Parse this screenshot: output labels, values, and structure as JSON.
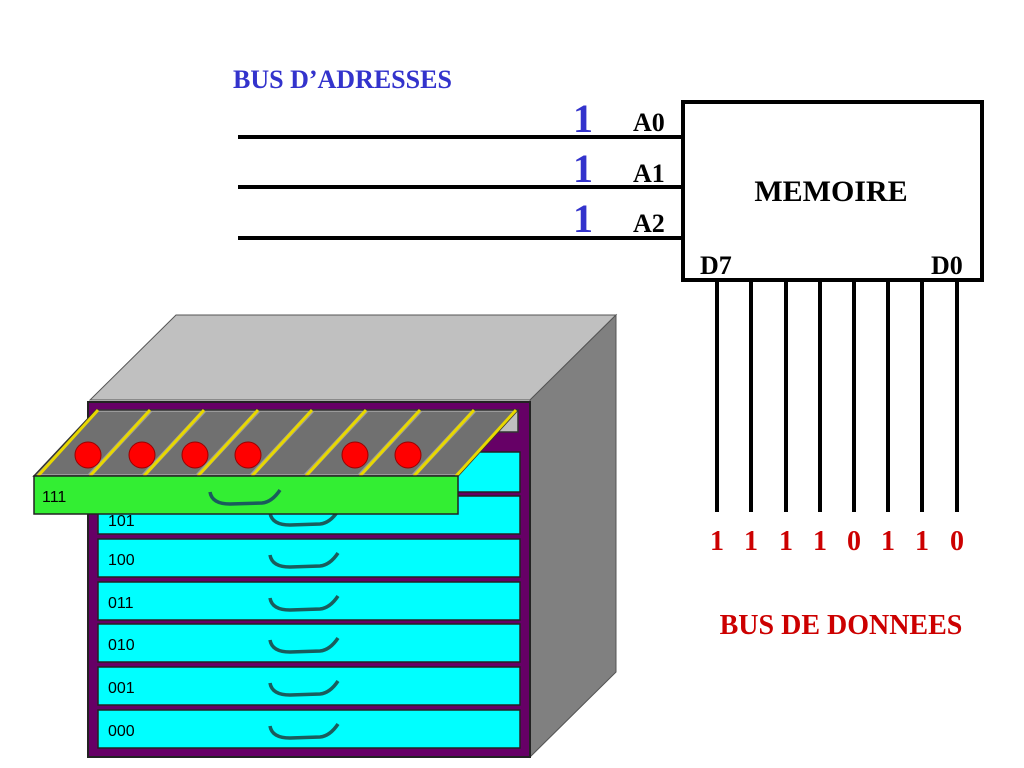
{
  "address_bus": {
    "title": "BUS D’ADRESSES",
    "lines": [
      {
        "name": "A0",
        "value": "1"
      },
      {
        "name": "A1",
        "value": "1"
      },
      {
        "name": "A2",
        "value": "1"
      }
    ]
  },
  "memory": {
    "label": "MEMOIRE",
    "msb_label": "D7",
    "lsb_label": "D0"
  },
  "data_bus": {
    "title": "BUS DE DONNEES",
    "bits": [
      "1",
      "1",
      "1",
      "1",
      "0",
      "1",
      "1",
      "0"
    ]
  },
  "cabinet": {
    "drawers": [
      "000",
      "001",
      "010",
      "011",
      "100",
      "101"
    ],
    "open_drawer": {
      "label": "111",
      "balls": [
        true,
        true,
        true,
        true,
        false,
        true,
        true,
        false
      ]
    }
  },
  "colors": {
    "address_title": "#3333cc",
    "address_value": "#3333cc",
    "data_red": "#cc0000",
    "drawer_cyan": "#00ffff",
    "open_drawer_green": "#33ee33",
    "cabinet_frame": "#660066",
    "ball_red": "#ff0000"
  }
}
